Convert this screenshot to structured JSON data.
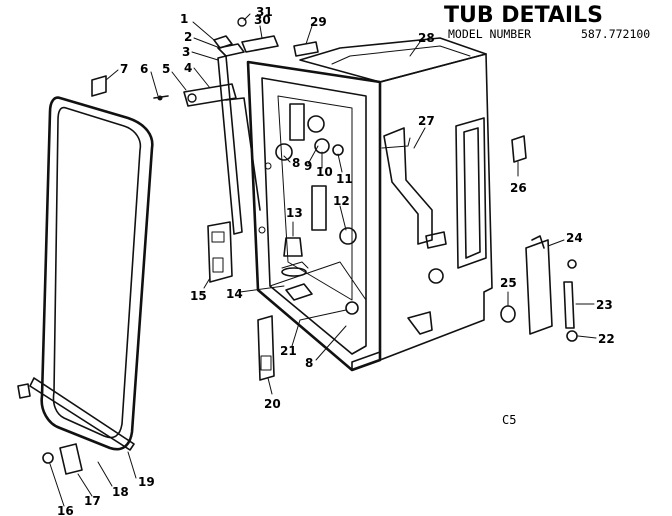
{
  "header": {
    "title": "TUB DETAILS",
    "model_label": "MODEL NUMBER",
    "model_number": "587.772100"
  },
  "page_code": "C5",
  "callouts": [
    "1",
    "2",
    "3",
    "4",
    "5",
    "6",
    "7",
    "8",
    "8",
    "9",
    "10",
    "11",
    "12",
    "13",
    "14",
    "15",
    "16",
    "17",
    "18",
    "19",
    "20",
    "21",
    "22",
    "23",
    "24",
    "25",
    "26",
    "27",
    "28",
    "29",
    "30",
    "31"
  ],
  "colors": {
    "ink": "#111111",
    "paper": "#ffffff"
  }
}
